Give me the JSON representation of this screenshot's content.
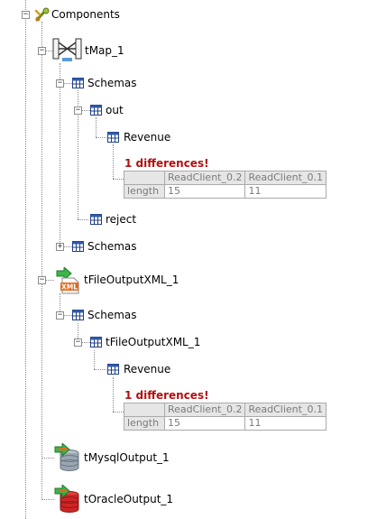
{
  "tree": {
    "root_label": "Components",
    "tmap": {
      "label": "tMap_1",
      "schemas1_label": "Schemas",
      "out_label": "out",
      "revenue_label": "Revenue",
      "diff_title": "1 differences!",
      "diff_table": {
        "headers": [
          "ReadClient_0.2",
          "ReadClient_0.1"
        ],
        "row_label": "length",
        "values": [
          "15",
          "11"
        ]
      },
      "reject_label": "reject",
      "schemas2_label": "Schemas"
    },
    "tfile": {
      "label": "tFileOutputXML_1",
      "icon_badge": "XML",
      "schemas_label": "Schemas",
      "schema_label": "tFileOutputXML_1",
      "revenue_label": "Revenue",
      "diff_title": "1 differences!",
      "diff_table": {
        "headers": [
          "ReadClient_0.2",
          "ReadClient_0.1"
        ],
        "row_label": "length",
        "values": [
          "15",
          "11"
        ]
      }
    },
    "mysql": {
      "label": "tMysqlOutput_1"
    },
    "oracle": {
      "label": "tOracleOutput_1"
    }
  }
}
